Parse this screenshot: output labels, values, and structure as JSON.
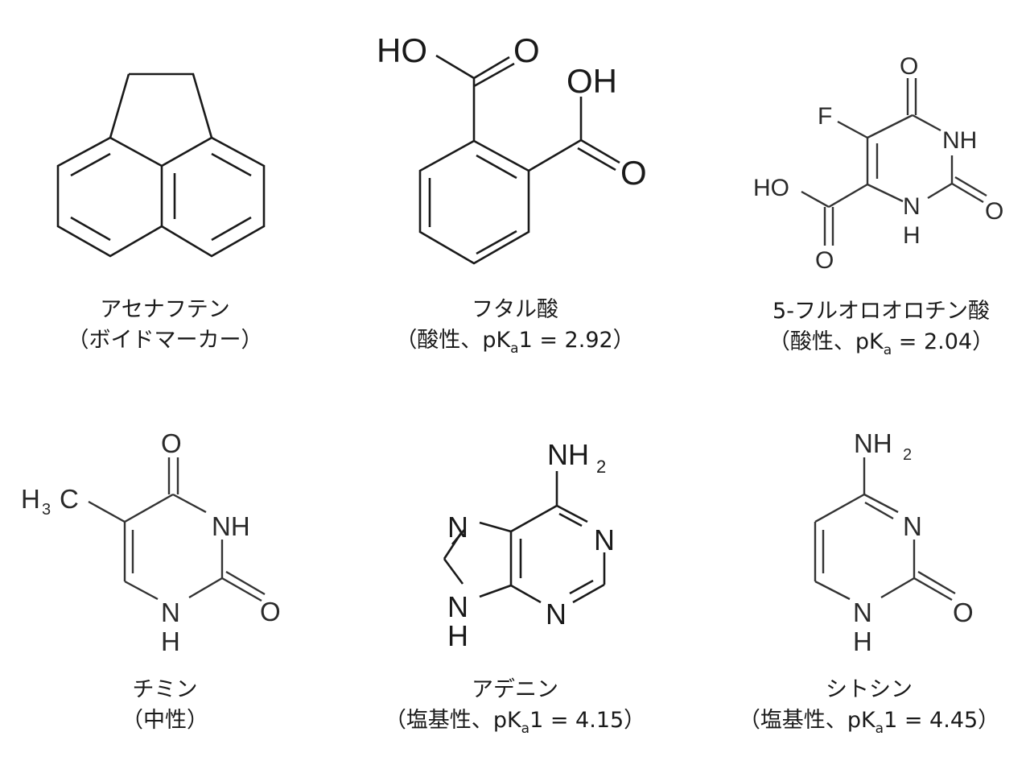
{
  "compounds": [
    {
      "name": "アセナフテン",
      "property_open": "（ボイドマーカー）",
      "property": "",
      "pka_label": "",
      "pka_sub": "",
      "pka_suffix": "",
      "structure_icon": "acenaphthene-structure"
    },
    {
      "name": "フタル酸",
      "property_open": "（酸性、",
      "pka_label": "pK",
      "pka_sub": "a",
      "pka_suffix": "1 = 2.92）",
      "atoms": [
        "HO",
        "O",
        "OH",
        "O"
      ],
      "structure_icon": "phthalic-acid-structure"
    },
    {
      "name": "5-フルオロオロチン酸",
      "property_open": "（酸性、",
      "pka_label": "pK",
      "pka_sub": "a",
      "pka_suffix": " = 2.04）",
      "atoms": [
        "O",
        "F",
        "NH",
        "HO",
        "N",
        "H",
        "O",
        "O"
      ],
      "structure_icon": "5-fluoroorotic-acid-structure"
    },
    {
      "name": "チミン",
      "property_open": "（中性）",
      "pka_label": "",
      "pka_sub": "",
      "pka_suffix": "",
      "atoms": [
        "O",
        "H",
        "3",
        "C",
        "NH",
        "N",
        "H",
        "O"
      ],
      "structure_icon": "thymine-structure"
    },
    {
      "name": "アデニン",
      "property_open": "（塩基性、",
      "pka_label": "pK",
      "pka_sub": "a",
      "pka_suffix": "1 = 4.15）",
      "atoms": [
        "NH",
        "2",
        "N",
        "N",
        "N",
        "N",
        "H"
      ],
      "structure_icon": "adenine-structure"
    },
    {
      "name": "シトシン",
      "property_open": "（塩基性、",
      "pka_label": "pK",
      "pka_sub": "a",
      "pka_suffix": "1 = 4.45）",
      "atoms": [
        "NH",
        "2",
        "N",
        "N",
        "H",
        "O"
      ],
      "structure_icon": "cytosine-structure"
    }
  ]
}
